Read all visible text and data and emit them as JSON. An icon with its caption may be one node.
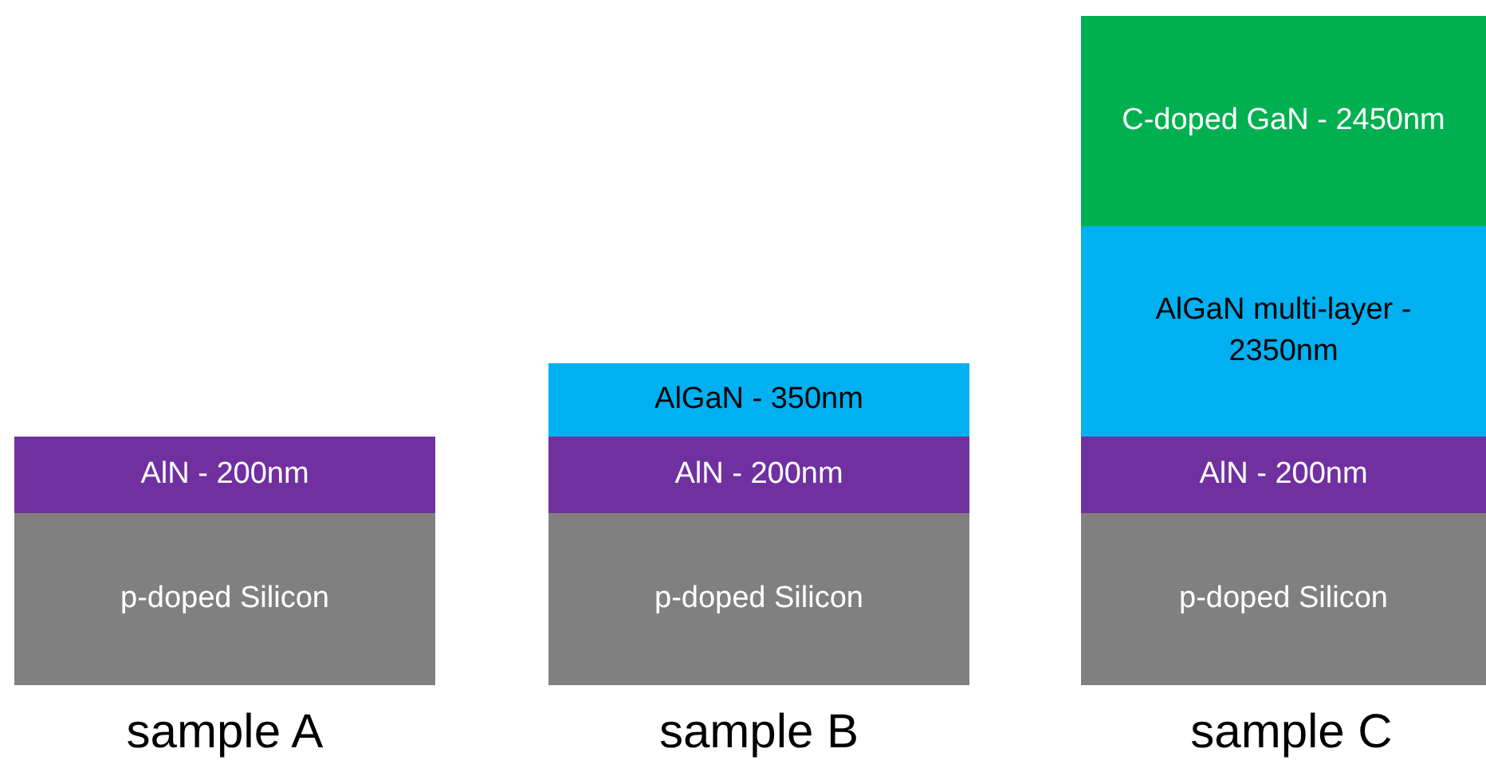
{
  "diagram": {
    "nodes": [
      {
        "text": [
          "AlN - 200nm"
        ]
      },
      {
        "text": [
          "p-doped Silicon"
        ]
      },
      {
        "text": [
          "AlGaN - 350nm"
        ]
      },
      {
        "text": [
          "AlN - 200nm"
        ]
      },
      {
        "text": [
          "p-doped Silicon"
        ]
      },
      {
        "text": [
          "C-doped GaN - 2450nm"
        ]
      },
      {
        "text": [
          "AlGaN multi-layer - 2350nm"
        ]
      },
      {
        "text": [
          "AlN - 200nm"
        ]
      },
      {
        "text": [
          "p-doped Silicon"
        ]
      }
    ],
    "labels": [
      "sample A",
      "sample B",
      "sample C"
    ]
  }
}
